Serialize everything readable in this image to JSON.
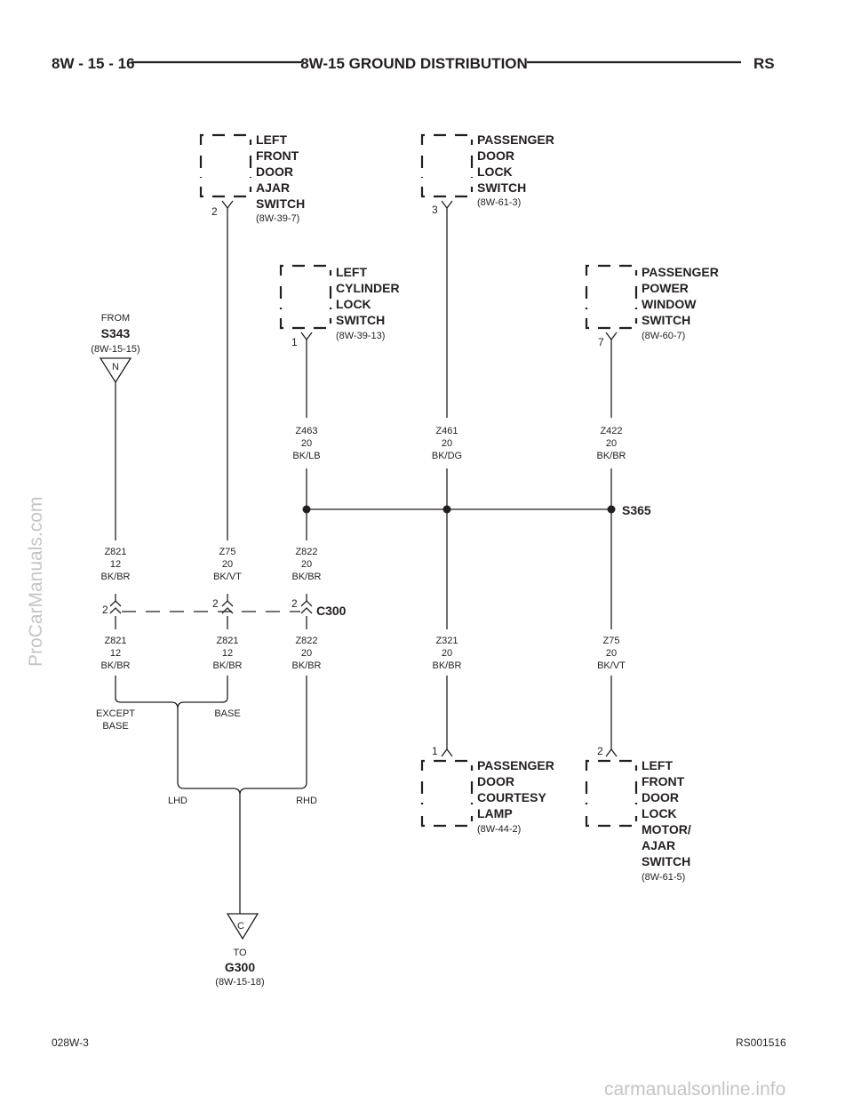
{
  "header": {
    "left": "8W - 15 - 16",
    "title": "8W-15 GROUND DISTRIBUTION",
    "right": "RS"
  },
  "footer": {
    "left": "028W-3",
    "right": "RS001516"
  },
  "watermarks": {
    "side": "ProCarManuals.com",
    "bottom": "carmanualsonline.info"
  },
  "components": {
    "lf_door_ajar": {
      "lines": [
        "LEFT",
        "FRONT",
        "DOOR",
        "AJAR",
        "SWITCH"
      ],
      "ref": "(8W-39-7)",
      "pin": "2"
    },
    "pass_door_lock": {
      "lines": [
        "PASSENGER",
        "DOOR",
        "LOCK",
        "SWITCH"
      ],
      "ref": "(8W-61-3)",
      "pin": "3"
    },
    "left_cyl_lock": {
      "lines": [
        "LEFT",
        "CYLINDER",
        "LOCK",
        "SWITCH"
      ],
      "ref": "(8W-39-13)",
      "pin": "1"
    },
    "pass_power_window": {
      "lines": [
        "PASSENGER",
        "POWER",
        "WINDOW",
        "SWITCH"
      ],
      "ref": "(8W-60-7)",
      "pin": "7"
    },
    "pass_courtesy_lamp": {
      "lines": [
        "PASSENGER",
        "DOOR",
        "COURTESY",
        "LAMP"
      ],
      "ref": "(8W-44-2)",
      "pin": "1"
    },
    "lf_door_lock_motor": {
      "lines": [
        "LEFT",
        "FRONT",
        "DOOR",
        "LOCK",
        "MOTOR/",
        "AJAR",
        "SWITCH"
      ],
      "ref": "(8W-61-5)",
      "pin": "2"
    }
  },
  "from": {
    "label": "FROM",
    "splice": "S343",
    "ref": "(8W-15-15)",
    "connector": "N"
  },
  "to": {
    "label": "TO",
    "ground": "G300",
    "ref": "(8W-15-18)",
    "connector": "C"
  },
  "splice": {
    "name": "S365"
  },
  "connector": {
    "name": "C300",
    "pins": [
      "2",
      "2",
      "2"
    ]
  },
  "wires": {
    "z463": [
      "Z463",
      "20",
      "BK/LB"
    ],
    "z461": [
      "Z461",
      "20",
      "BK/DG"
    ],
    "z422": [
      "Z422",
      "20",
      "BK/BR"
    ],
    "z821_top": [
      "Z821",
      "12",
      "BK/BR"
    ],
    "z75_top": [
      "Z75",
      "20",
      "BK/VT"
    ],
    "z822_top": [
      "Z822",
      "20",
      "BK/BR"
    ],
    "z821_bot_a": [
      "Z821",
      "12",
      "BK/BR"
    ],
    "z821_bot_b": [
      "Z821",
      "12",
      "BK/BR"
    ],
    "z822_bot": [
      "Z822",
      "20",
      "BK/BR"
    ],
    "z321": [
      "Z321",
      "20",
      "BK/BR"
    ],
    "z75_bot": [
      "Z75",
      "20",
      "BK/VT"
    ]
  },
  "options": {
    "except_base": [
      "EXCEPT",
      "BASE"
    ],
    "base": "BASE",
    "lhd": "LHD",
    "rhd": "RHD"
  }
}
